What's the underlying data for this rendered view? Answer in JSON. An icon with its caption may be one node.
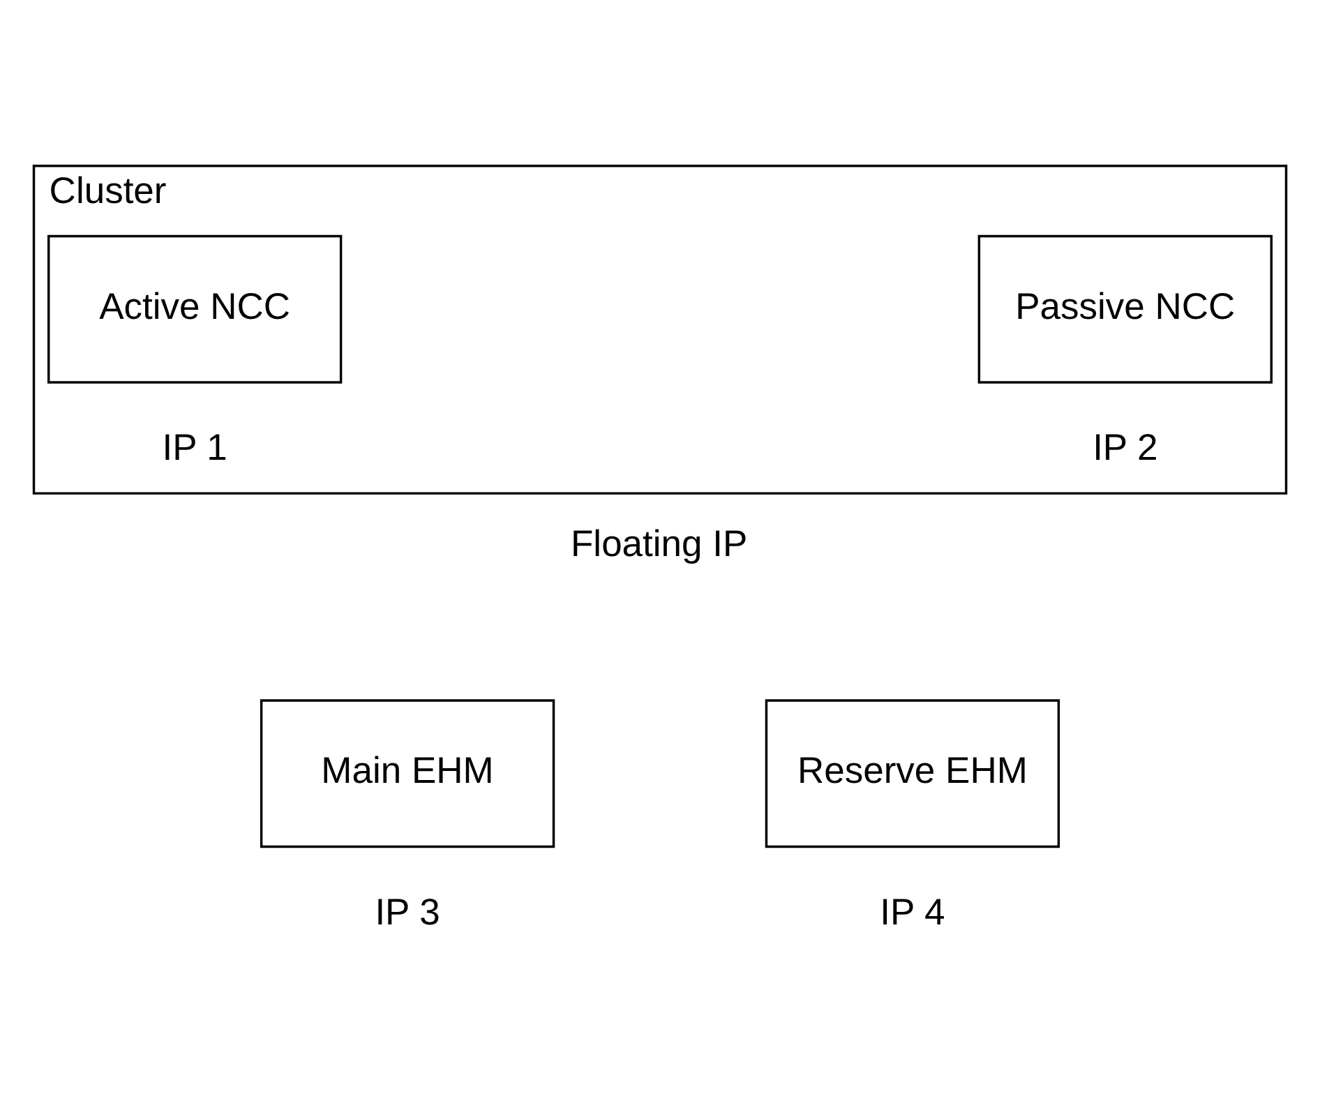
{
  "diagram": {
    "nodes": [
      {
        "text": [
          "Cluster"
        ],
        "beside": [
          "Floating IP"
        ]
      },
      {
        "text": [
          "Active NCC"
        ],
        "in": 0,
        "beside": [
          "IP 1"
        ]
      },
      {
        "text": [
          "Passive NCC"
        ],
        "in": 0,
        "beside": [
          "IP 2"
        ]
      },
      {
        "text": [
          "Main EHM"
        ],
        "beside": [
          "IP 3"
        ]
      },
      {
        "text": [
          "Reserve EHM"
        ],
        "beside": [
          "IP 4"
        ]
      }
    ]
  }
}
